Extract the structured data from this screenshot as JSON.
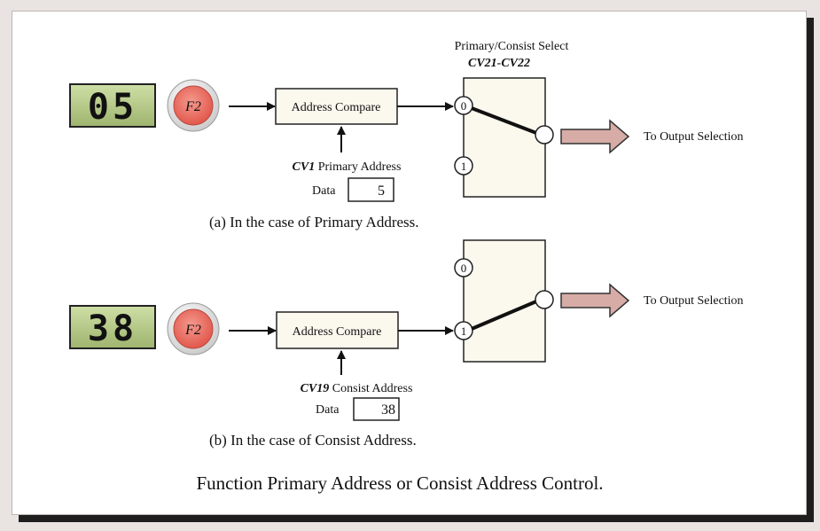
{
  "header": {
    "select_title": "Primary/Consist Select",
    "select_cv": "CV21-CV22"
  },
  "panel_a": {
    "display_value": "05",
    "button_label": "F2",
    "compare_label": "Address Compare",
    "cv_name": "CV1",
    "cv_label": " Primary Address",
    "data_label": "Data",
    "data_value": "5",
    "port_0": "0",
    "port_1": "1",
    "output_label": "To Output Selection",
    "caption": "(a) In the case of Primary Address."
  },
  "panel_b": {
    "display_value": "38",
    "button_label": "F2",
    "compare_label": "Address Compare",
    "cv_name": "CV19",
    "cv_label": " Consist Address",
    "data_label": "Data",
    "data_value": "38",
    "port_0": "0",
    "port_1": "1",
    "output_label": "To Output Selection",
    "caption": "(b) In the case of Consist Address."
  },
  "footer": {
    "title": "Function Primary Address or Consist Address Control."
  },
  "colors": {
    "display_bg": "#b6c98a",
    "button_red": "#ec7266",
    "box_fill": "#fbf8ee",
    "arrow_pink": "#d7aca6"
  }
}
